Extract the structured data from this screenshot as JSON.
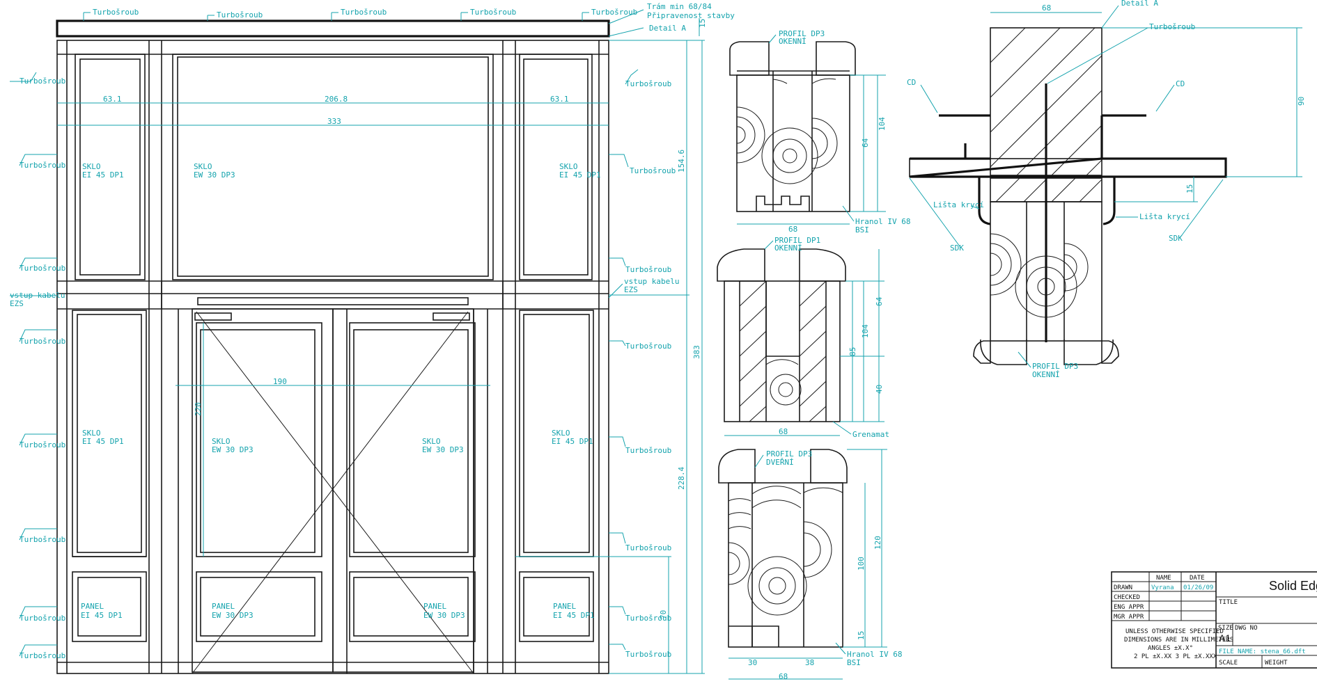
{
  "labels": {
    "turbosroub": "Turbošroub",
    "tram": "Trám min 68/84",
    "pripravenost": "Připravenost stavby",
    "detail_a": "Detail A",
    "sklo_ei45": "SKLO",
    "sklo_ei45_sub": "EI 45 DP1",
    "sklo_ew30": "SKLO",
    "sklo_ew30_sub": "EW 30 DP3",
    "panel": "PANEL",
    "panel_ei45_sub": "EI 45 DP1",
    "panel_ew30_sub": "EW 30 DP3",
    "vstup_kabelu": "vstup kabelu",
    "ezs": "EZS",
    "profil_dp3_okenni": "PROFIL DP3",
    "okenni": "OKENNÍ",
    "profil_dp1_okenni": "PROFIL DP1",
    "profil_dp3_dverni": "PROFIL DP3",
    "dverni": "DVEŘNÍ",
    "hranol": "Hranol IV 68",
    "bsi": "BSI",
    "grenamat": "Grenamat",
    "cd": "CD",
    "sdk": "SDK",
    "lista_kryci": "Lišta krycí"
  },
  "dimensions": {
    "d631a": "63.1",
    "d2068": "206.8",
    "d631b": "63.1",
    "d333": "333",
    "d15a": "15",
    "d1546": "154.6",
    "d383": "383",
    "d2284": "228.4",
    "d190": "190",
    "d220": "220",
    "d70": "70",
    "p1_68": "68",
    "p1_64": "64",
    "p1_104": "104",
    "p2_68": "68",
    "p2_64": "64",
    "p2_104": "104",
    "p2_85": "85",
    "p2_40": "40",
    "p3_120": "120",
    "p3_100": "100",
    "p3_15": "15",
    "p3_30": "30",
    "p3_38": "38",
    "p3_68": "68",
    "dt_68": "68",
    "dt_90": "90",
    "dt_15": "15"
  },
  "title_block": {
    "name_hdr": "NAME",
    "date_hdr": "DATE",
    "drawn": "DRAWN",
    "drawn_name": "Vyrana",
    "drawn_date": "01/26/09",
    "checked": "CHECKED",
    "eng_appr": "ENG APPR",
    "mgr_appr": "MGR APPR",
    "note1": "UNLESS OTHERWISE SPECIFIED",
    "note2": "DIMENSIONS ARE IN MILLIMETERS",
    "note3": "ANGLES ±X.X°",
    "note4": "2 PL ±X.XX  3 PL ±X.XXX",
    "company": "Solid Edge",
    "title_lbl": "TITLE",
    "size_lbl": "SIZE",
    "size_val": "A1",
    "dwg_lbl": "DWG NO",
    "file_name": "FILE NAME: stena_66.dft",
    "scale_lbl": "SCALE",
    "weight_lbl": "WEIGHT"
  },
  "colors": {
    "dimension": "#14a3ad",
    "lines": "#1a1a1a"
  }
}
